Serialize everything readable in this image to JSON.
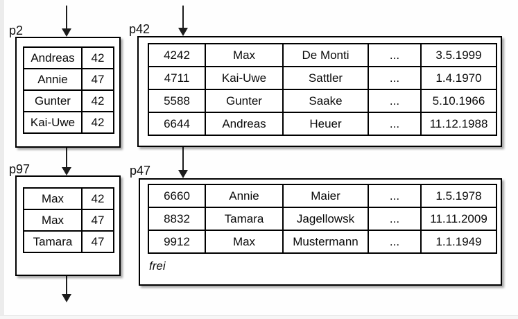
{
  "pages": [
    {
      "id": "p2",
      "label": "p2",
      "kind": "index-page",
      "rows": [
        [
          "Andreas",
          "42"
        ],
        [
          "Annie",
          "47"
        ],
        [
          "Gunter",
          "42"
        ],
        [
          "Kai-Uwe",
          "42"
        ]
      ]
    },
    {
      "id": "p42",
      "label": "p42",
      "kind": "data-page",
      "rows": [
        [
          "4242",
          "Max",
          "De Monti",
          "...",
          "3.5.1999"
        ],
        [
          "4711",
          "Kai-Uwe",
          "Sattler",
          "...",
          "1.4.1970"
        ],
        [
          "5588",
          "Gunter",
          "Saake",
          "...",
          "5.10.1966"
        ],
        [
          "6644",
          "Andreas",
          "Heuer",
          "...",
          "11.12.1988"
        ]
      ]
    },
    {
      "id": "p97",
      "label": "p97",
      "kind": "index-page",
      "rows": [
        [
          "Max",
          "42"
        ],
        [
          "Max",
          "47"
        ],
        [
          "Tamara",
          "47"
        ]
      ]
    },
    {
      "id": "p47",
      "label": "p47",
      "kind": "data-page",
      "rows": [
        [
          "6660",
          "Annie",
          "Maier",
          "...",
          "1.5.1978"
        ],
        [
          "8832",
          "Tamara",
          "Jagellowsk",
          "...",
          "11.11.2009"
        ],
        [
          "9912",
          "Max",
          "Mustermann",
          "...",
          "1.1.1949"
        ]
      ],
      "free_space_label": "frei"
    }
  ],
  "arrows": [
    {
      "name": "pointer-into-p2",
      "from": "outside-top",
      "to": "p2"
    },
    {
      "name": "pointer-into-p42",
      "from": "outside-top",
      "to": "p42"
    },
    {
      "name": "pointer-p2-to-p97",
      "from": "p2",
      "to": "p97"
    },
    {
      "name": "pointer-p42-to-p47",
      "from": "p42",
      "to": "p47"
    },
    {
      "name": "pointer-p97-onward",
      "from": "p97",
      "to": "outside-bottom"
    }
  ],
  "colors": {
    "border": "#000000",
    "box_background": "#ffffff",
    "arrow": "#1c1c1c",
    "left_edge_strip": "#ececec",
    "bottom_edge_strip": "#f6f6f6"
  }
}
